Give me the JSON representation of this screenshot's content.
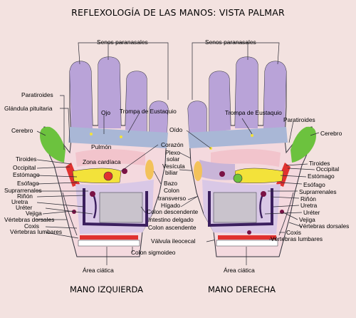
{
  "title": "REFLEXOLOGÍA DE LAS MANOS: VISTA PALMAR",
  "left_hand": {
    "caption": "MANO IZQUIERDA",
    "labels": {
      "senos": "Senos paranasales",
      "paratiroides": "Paratiroides",
      "glandula": "Glándula pituitaria",
      "ojo": "Ojo",
      "trompa": "Trompa de Eustaquio",
      "cerebro": "Cerebro",
      "pulmon": "Pulmón",
      "zona_cardiaca": "Zona cardíaca",
      "tiroides": "Tiroides",
      "occipital": "Occipital",
      "estomago": "Estómago",
      "esofago": "Esófago",
      "suprarrenales": "Suprarrenales",
      "rinon": "Riñón",
      "uretra": "Uretra",
      "ureter": "Uréter",
      "vejiga": "Vejiga",
      "vertebras_dorsales": "Vértebras dorsales",
      "coxis": "Coxis",
      "vertebras_lumbares": "Vértebras lumbares",
      "colon_sigmoideo": "Colon sigmoideo",
      "area_ciatica": "Área ciática"
    }
  },
  "center_labels": {
    "corazon": "Corazón",
    "plexo": "Plexo",
    "solar": "solar",
    "vesicula": "Vesícula",
    "biliar": "biliar",
    "bazo": "Bazo",
    "colon": "Colon",
    "transverso": "transverso",
    "higado": "Hígado",
    "colon_descendente": "Colon descendente",
    "intestino_delgado": "Intestino delgado",
    "colon_ascendente": "Colon ascendente",
    "valvula_ileocecal": "Válvula ileocecal"
  },
  "right_hand": {
    "caption": "MANO DERECHA",
    "labels": {
      "senos": "Senos paranasales",
      "oido": "Oído",
      "trompa": "Trompa de Eustaquio",
      "paratiroides": "Paratiroides",
      "cerebro": "Cerebro",
      "tiroides": "Tiroides",
      "occipital": "Occipital",
      "estomago": "Estómago",
      "esofago": "Esófago",
      "suprarrenales": "Suprarrenales",
      "rinon": "Riñón",
      "uretra": "Uretra",
      "ureter": "Uréter",
      "vejiga": "Vejiga",
      "vertebras_dorsales": "Vértebras dorsales",
      "coxis": "Coxis",
      "vertebras_lumbares": "Vértebras lumbares",
      "area_ciatica": "Área ciática"
    }
  },
  "colors": {
    "background": "#f3e2e0",
    "finger_purple": "#b9a3d8",
    "finger_band": "#a9b7d6",
    "palm_pink": "#f2c4cc",
    "palm_lilac": "#d9c8e6",
    "thumb_green": "#6cc23e",
    "stomach_yellow": "#f3e23a",
    "red": "#e0312f",
    "dark_purple": "#3b1f5e",
    "organ_gray": "#c9c3cc"
  }
}
